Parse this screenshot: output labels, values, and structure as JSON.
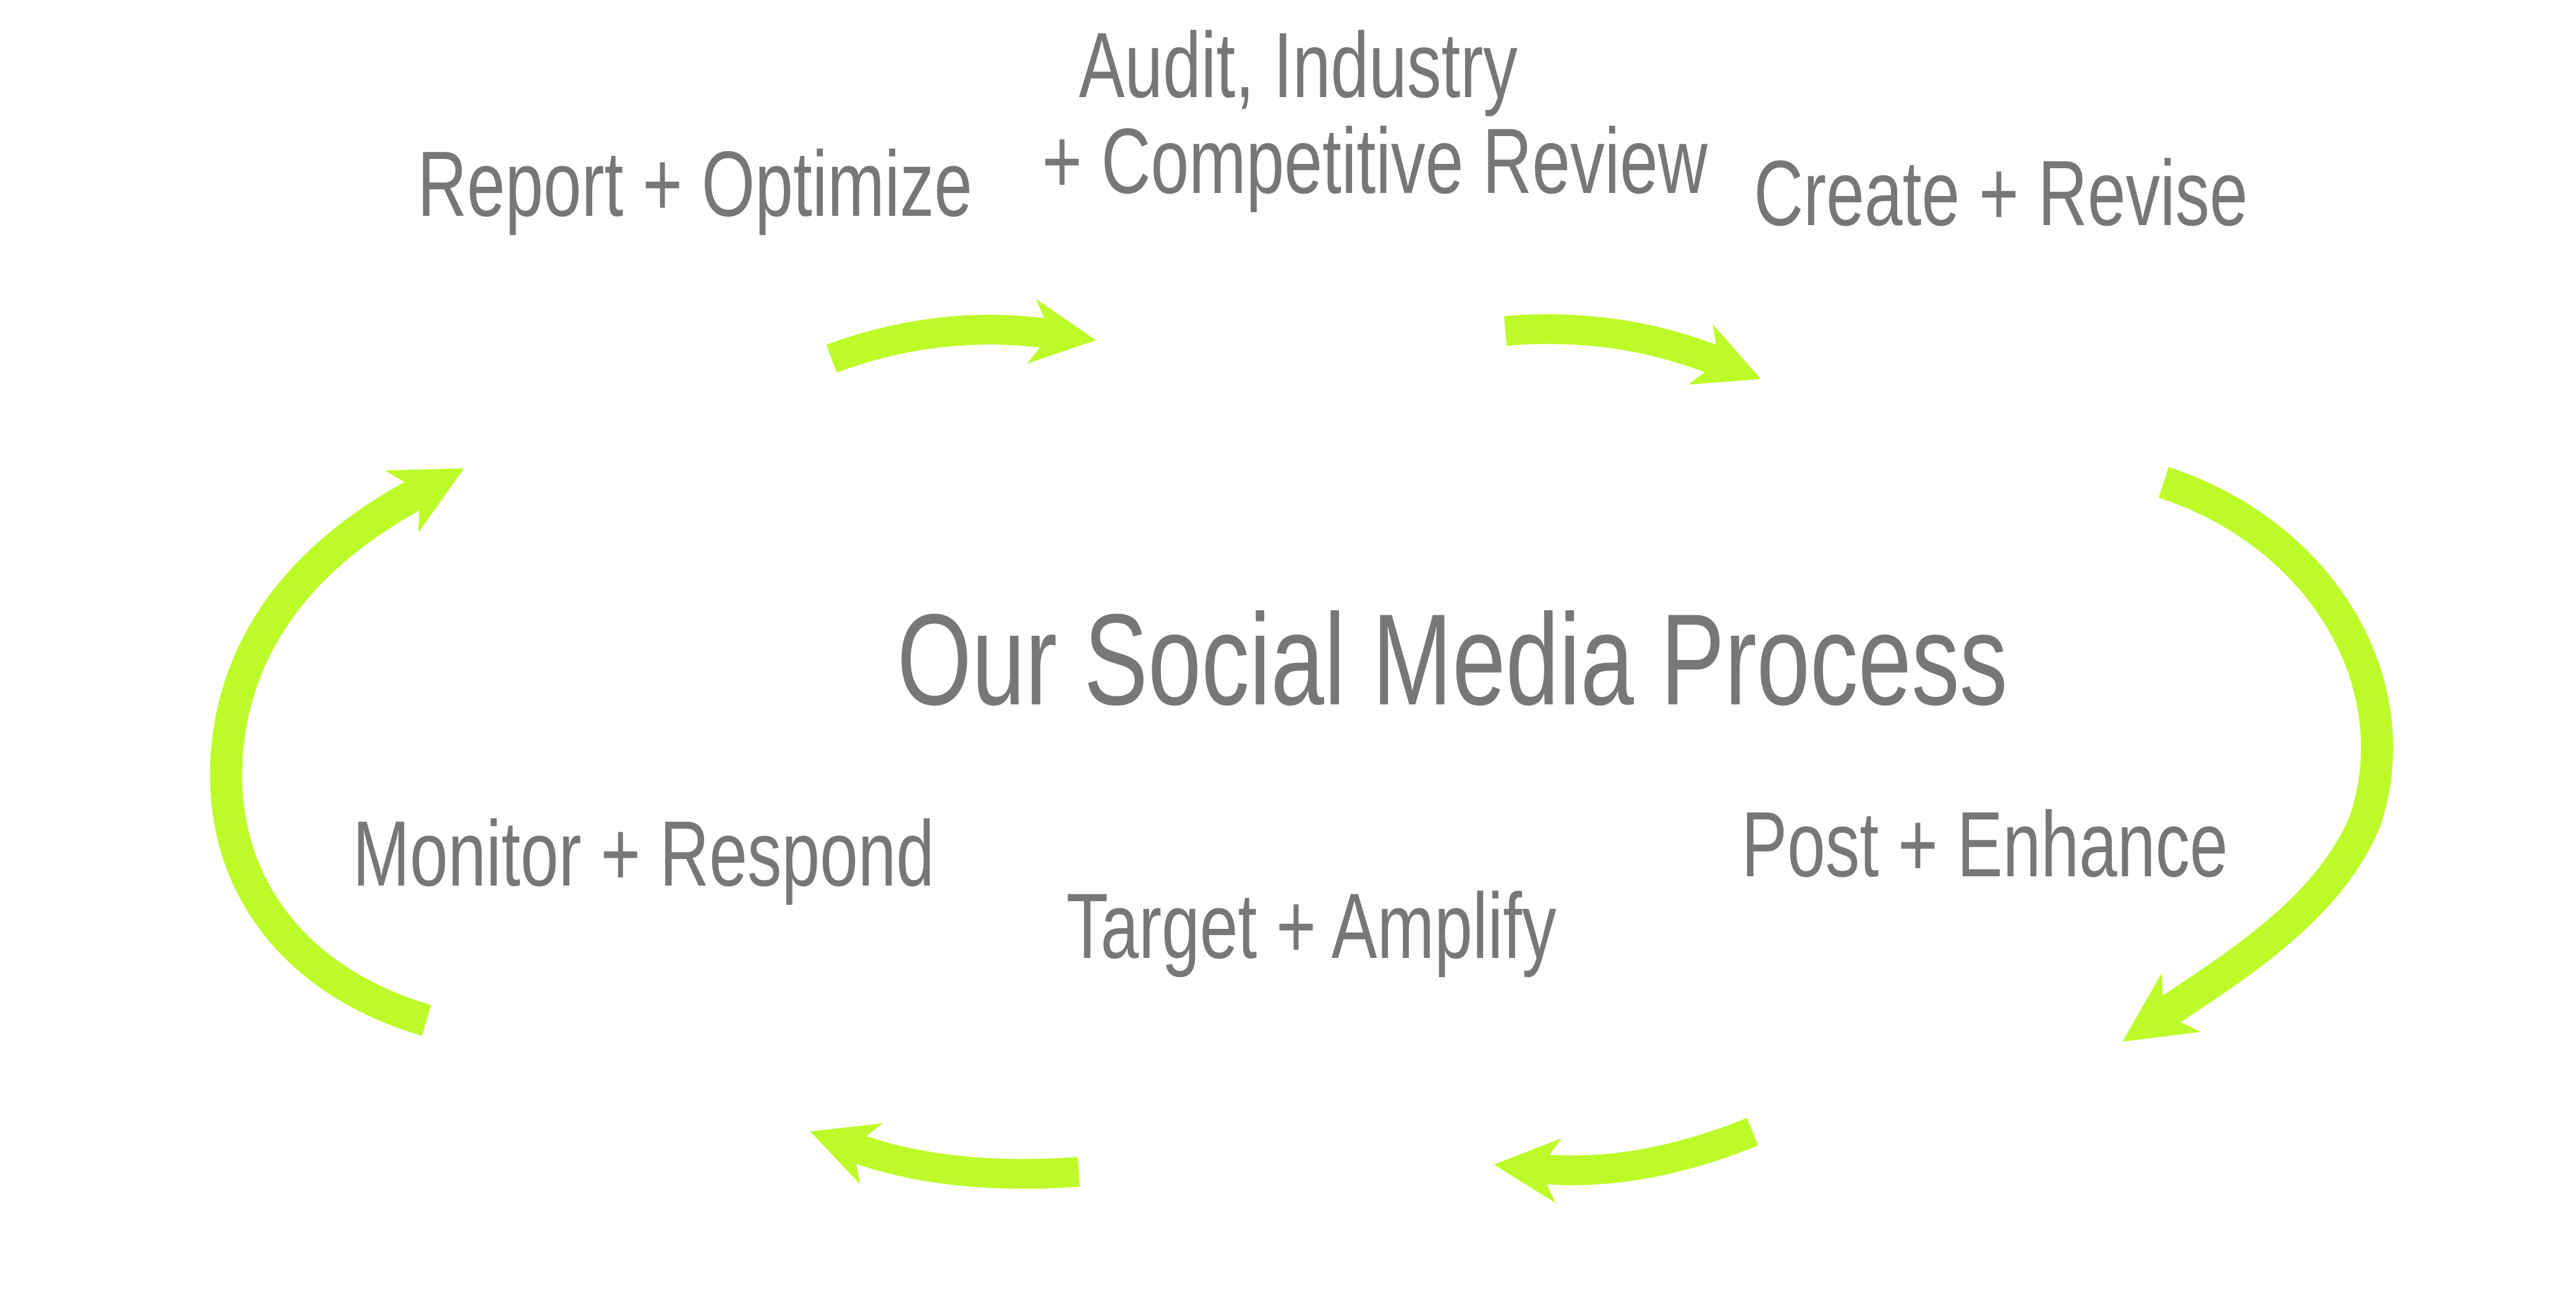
{
  "title": "Our Social Media Process",
  "steps": [
    {
      "lines": [
        "Audit, Industry",
        "+ Competitive Review"
      ]
    },
    {
      "lines": [
        "Create + Revise"
      ]
    },
    {
      "lines": [
        "Post + Enhance"
      ]
    },
    {
      "lines": [
        "Target + Amplify"
      ]
    },
    {
      "lines": [
        "Monitor + Respond"
      ]
    },
    {
      "lines": [
        "Report + Optimize"
      ]
    }
  ],
  "colors": {
    "arrow": "#bdfb28",
    "text": "#777777",
    "background": "#ffffff"
  }
}
